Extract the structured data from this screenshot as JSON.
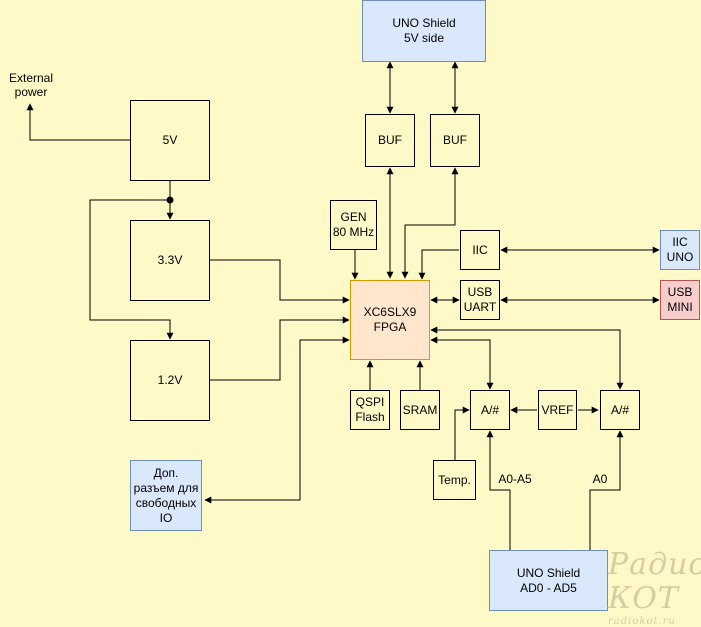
{
  "blocks": {
    "uno_shield_5v": "UNO Shield\n5V side",
    "buf_left": "BUF",
    "buf_right": "BUF",
    "psu_5v": "5V",
    "psu_3v3": "3.3V",
    "psu_1v2": "1.2V",
    "gen": "GEN\n80 MHz",
    "fpga": "XC6SLX9\nFPGA",
    "iic": "IIC",
    "iic_uno": "IIC\nUNO",
    "usb_uart": "USB\nUART",
    "usb_mini": "USB\nMINI",
    "qspi_flash": "QSPI\nFlash",
    "sram": "SRAM",
    "adc_left": "A/#",
    "vref": "VREF",
    "adc_right": "A/#",
    "temp": "Temp.",
    "extra_connector": "Доп.\nразъем для\nсвободных\nIO",
    "uno_shield_ad": "UNO Shield\nAD0 - AD5"
  },
  "labels": {
    "external_power": "External\npower",
    "a0_a5": "A0-A5",
    "a0": "A0"
  },
  "watermark": {
    "title": "Радио КОТ",
    "url": "radiokot.ru"
  },
  "colors": {
    "background": "#fff9c8",
    "blue_fill": "#dae8fc",
    "pink_fill": "#f8cecc",
    "orange_fill": "#ffe6cc"
  }
}
